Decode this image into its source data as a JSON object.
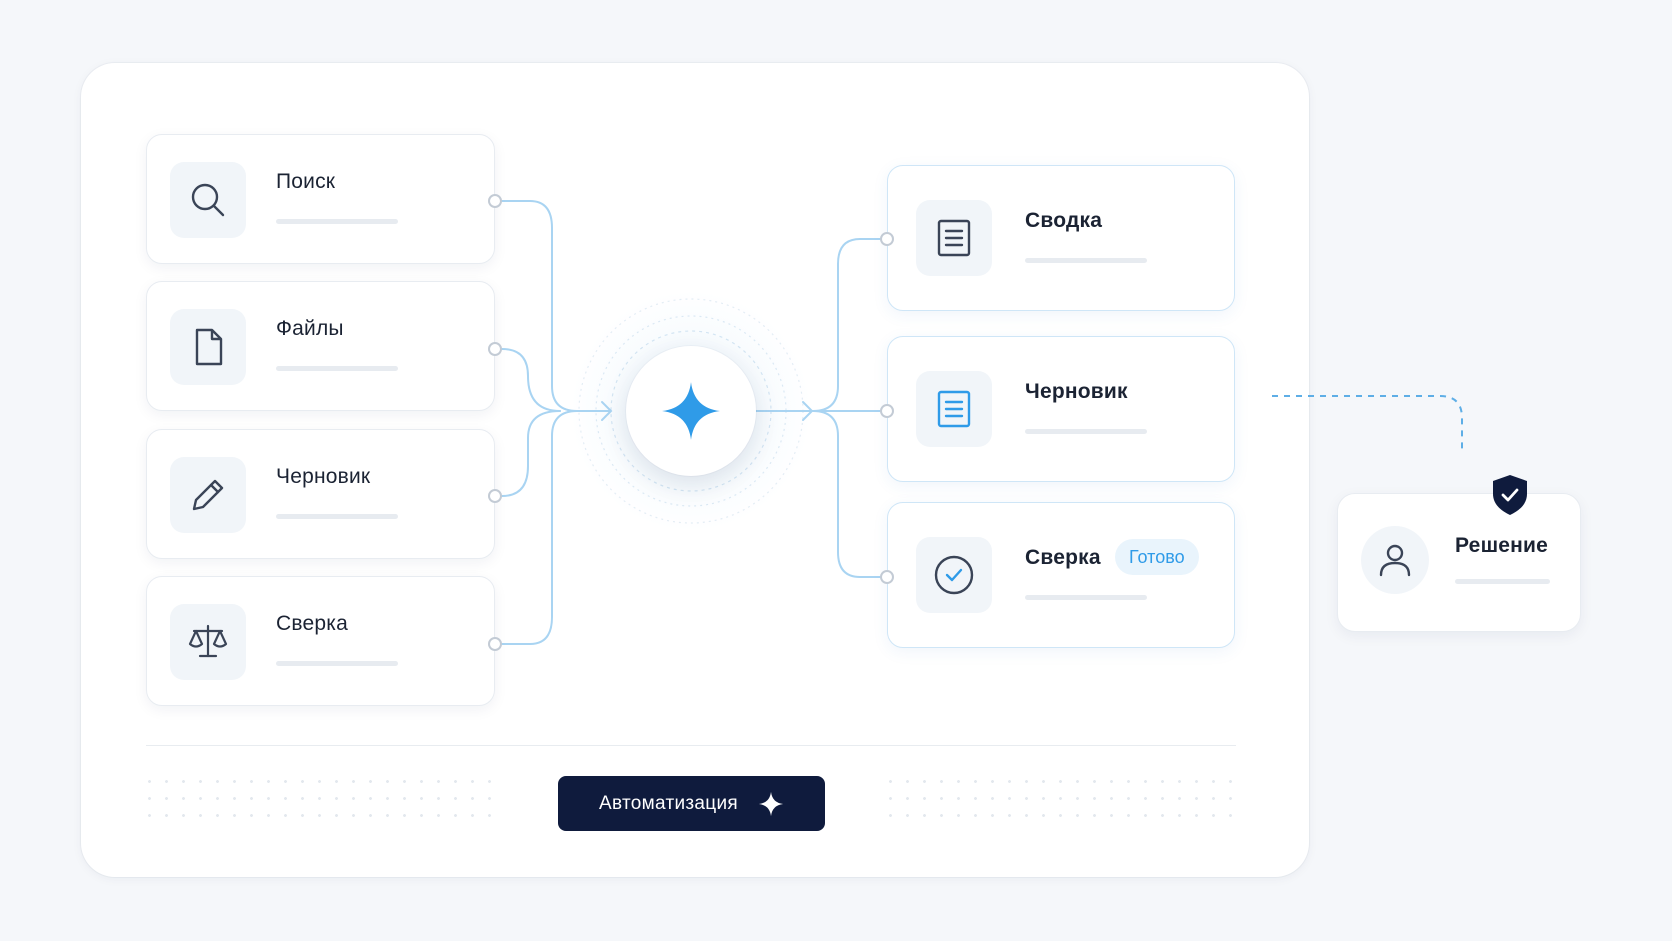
{
  "inputs": [
    {
      "label": "Поиск",
      "icon": "search-icon"
    },
    {
      "label": "Файлы",
      "icon": "file-icon"
    },
    {
      "label": "Черновик",
      "icon": "pencil-icon"
    },
    {
      "label": "Сверка",
      "icon": "scales-icon"
    }
  ],
  "outputs": [
    {
      "label": "Сводка",
      "icon": "document-icon"
    },
    {
      "label": "Черновик",
      "icon": "document-lines-icon"
    },
    {
      "label": "Сверка",
      "icon": "check-circle-icon",
      "badge": "Готово"
    }
  ],
  "decision": {
    "label": "Решение",
    "icon": "user-icon",
    "shield_icon": "shield-check-icon"
  },
  "hub": {
    "icon": "sparkle-icon"
  },
  "button": {
    "label": "Автоматизация",
    "icon": "sparkle-icon"
  },
  "colors": {
    "accent": "#2f9be8",
    "navy": "#0f1b3d",
    "wire": "#a9d4f2",
    "icon": "#3a4457"
  }
}
